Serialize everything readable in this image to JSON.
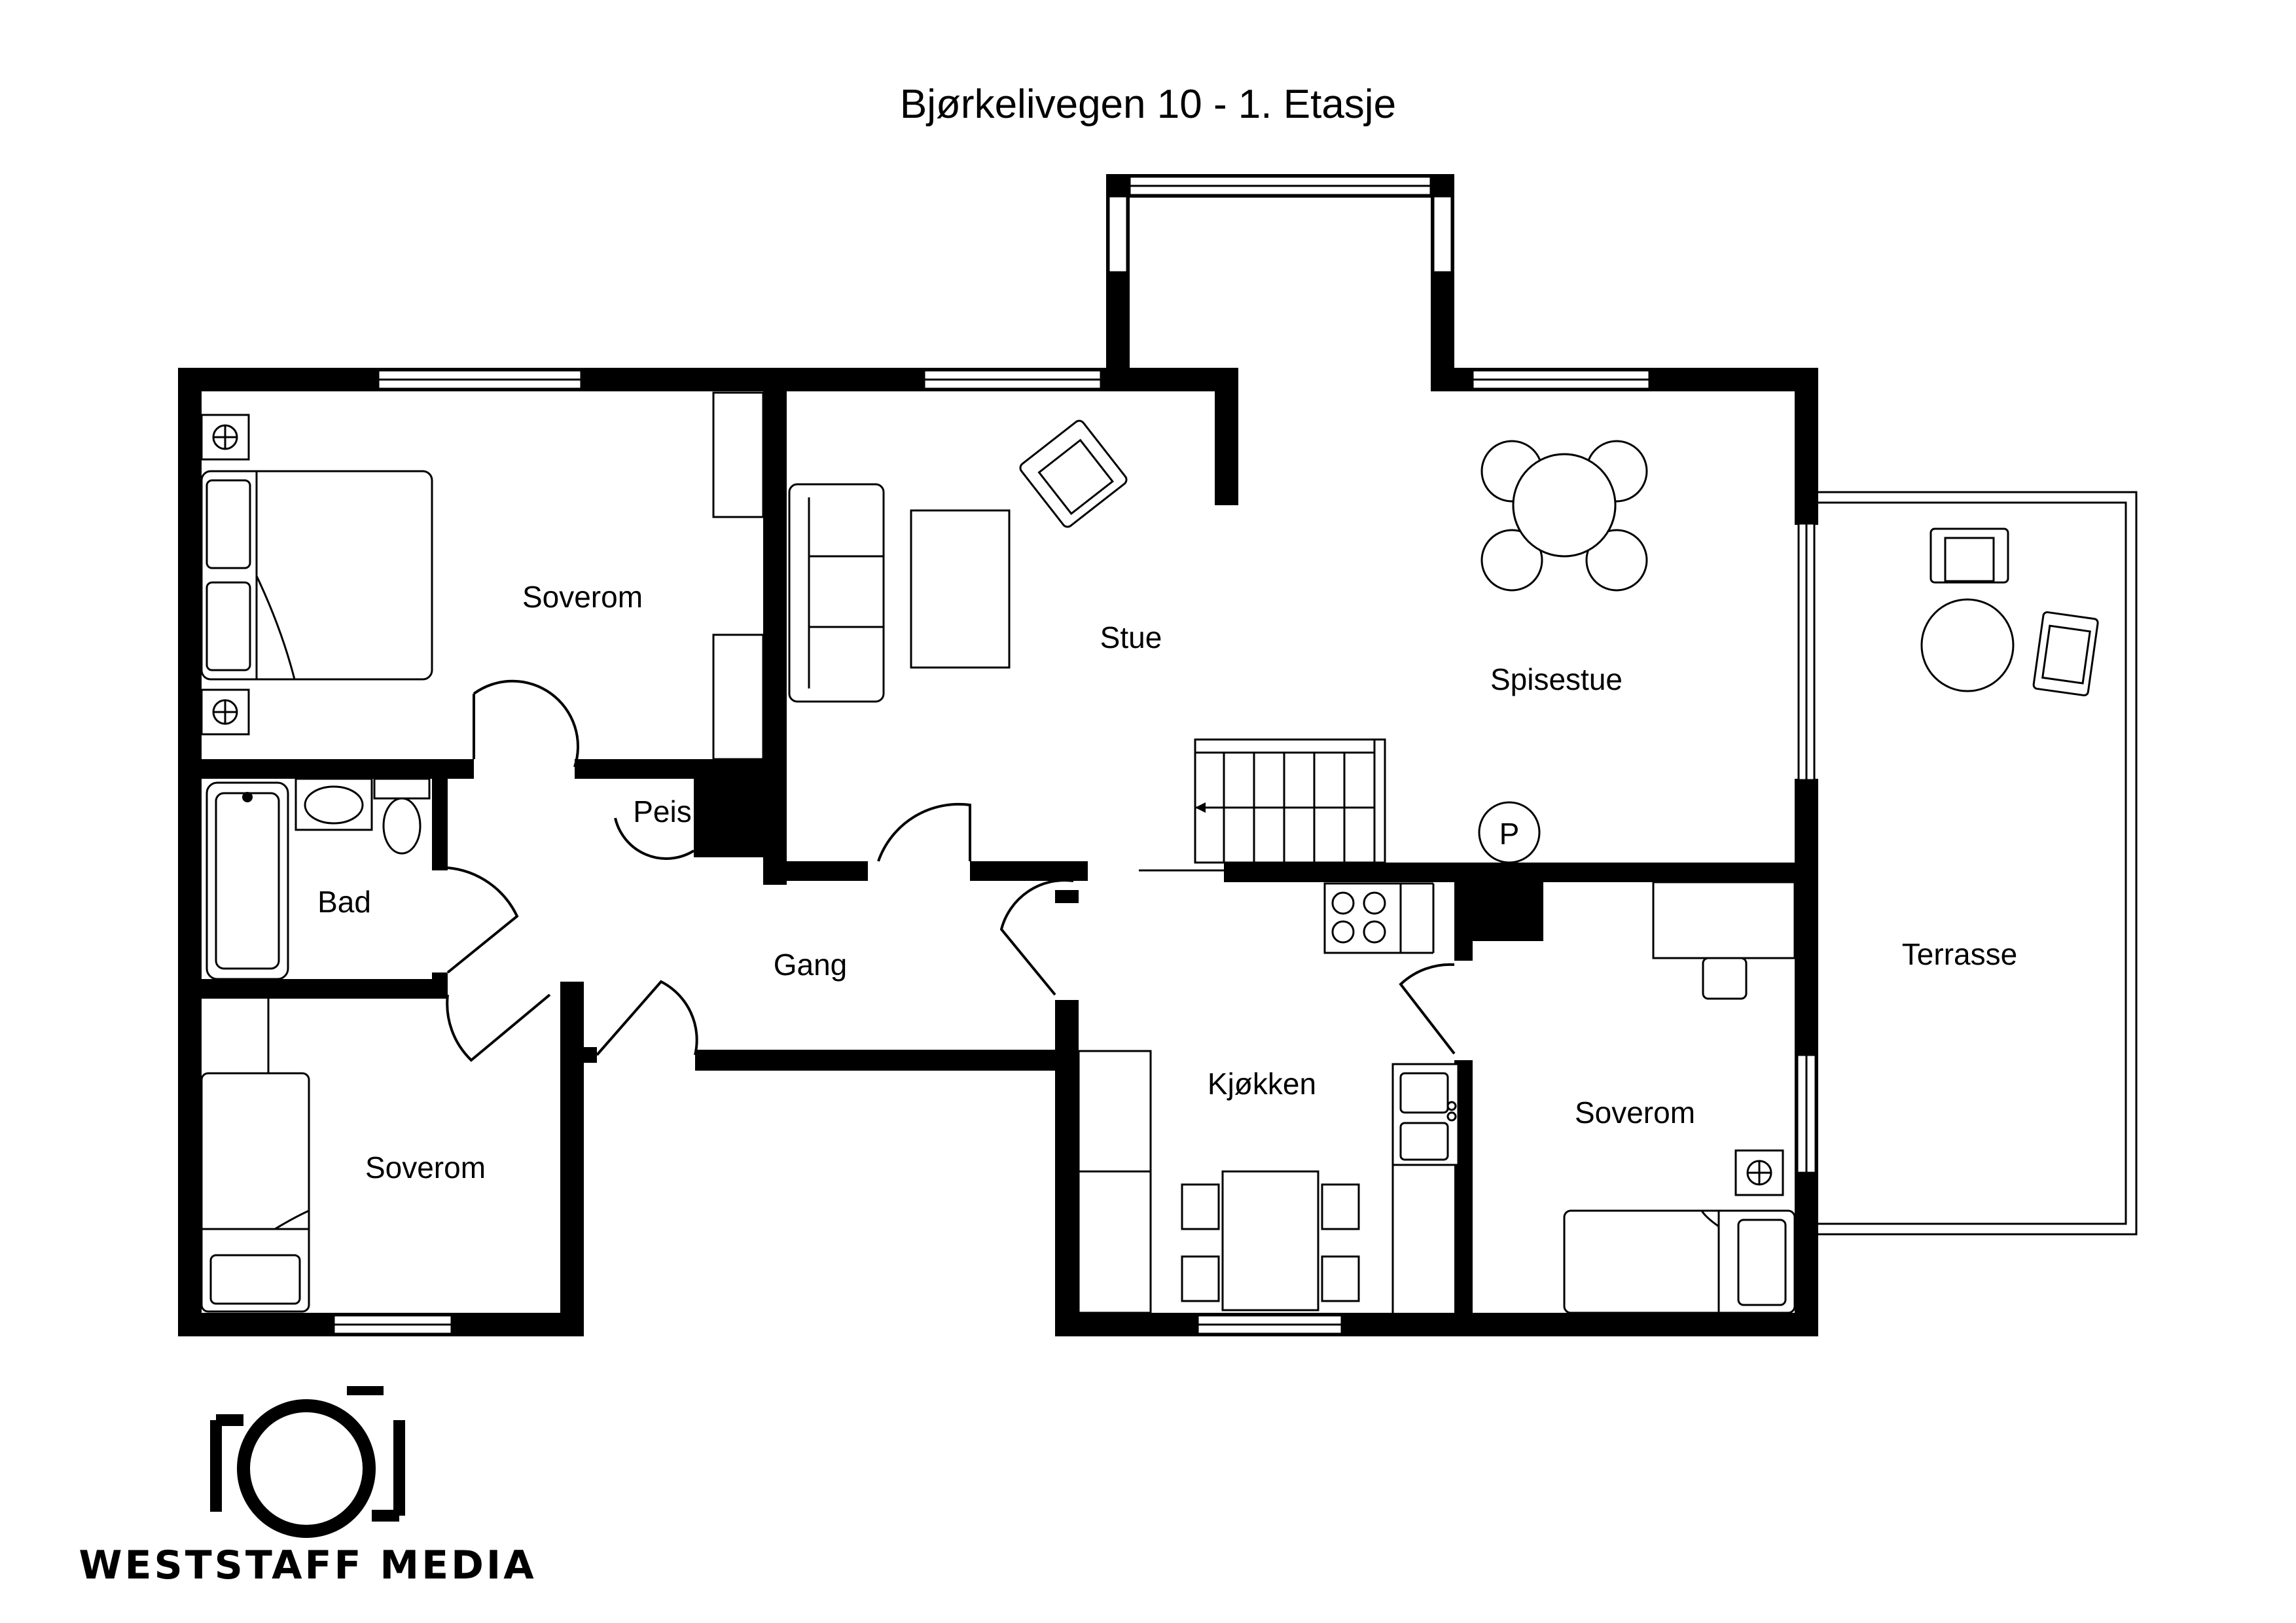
{
  "title": "Bjørkelivegen 10 - 1. Etasje",
  "rooms": {
    "soverom_1": "Soverom",
    "stue": "Stue",
    "spisestue": "Spisestue",
    "peis": "Peis",
    "bad": "Bad",
    "gang": "Gang",
    "soverom_2": "Soverom",
    "kjokken": "Kjøkken",
    "soverom_3": "Soverom",
    "terrasse": "Terrasse"
  },
  "parking_symbol": "P",
  "logo": {
    "text": "WESTSTAFF MEDIA"
  }
}
